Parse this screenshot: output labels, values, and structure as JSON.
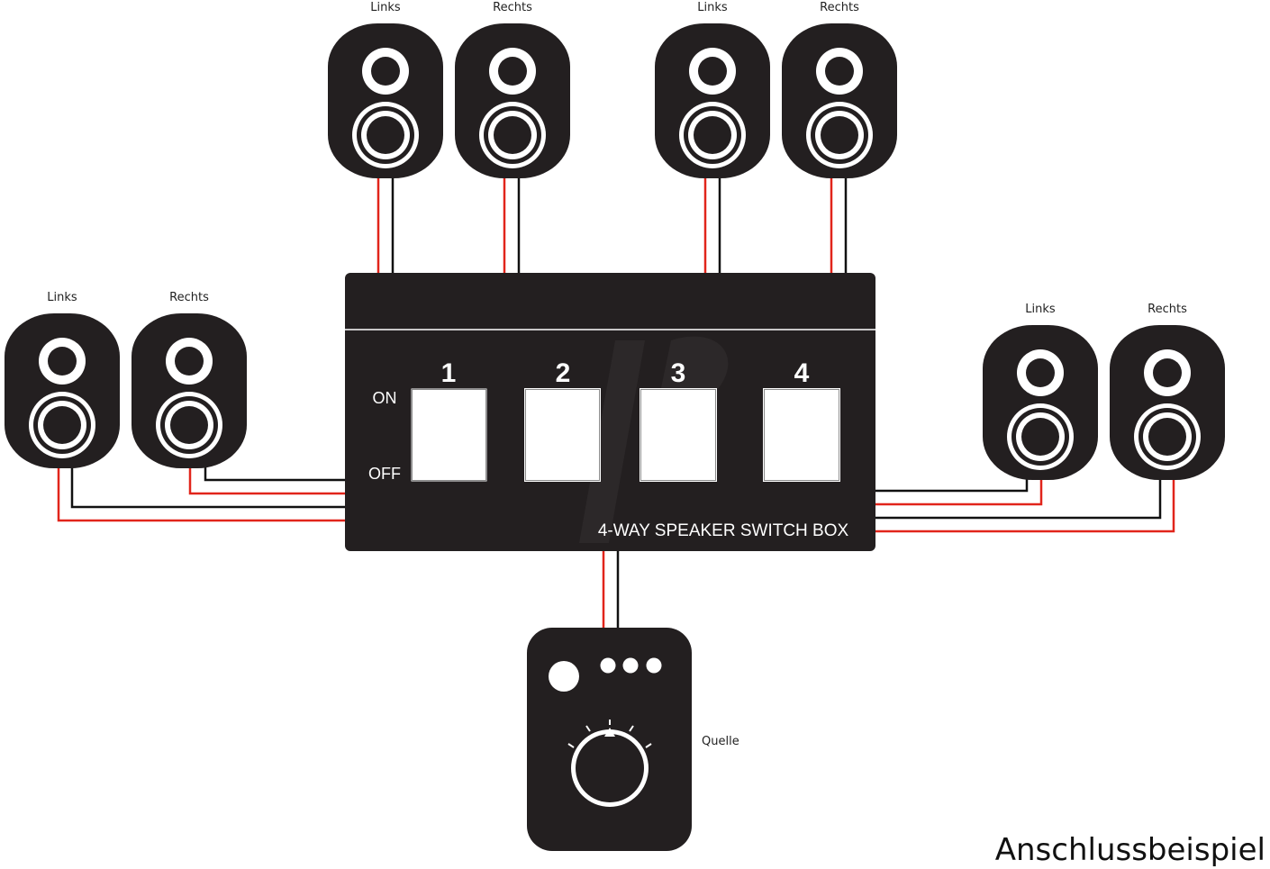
{
  "speakers": {
    "top_a_left": "Links",
    "top_a_right": "Rechts",
    "top_b_left": "Links",
    "top_b_right": "Rechts",
    "left_left": "Links",
    "left_right": "Rechts",
    "right_left": "Links",
    "right_right": "Rechts"
  },
  "switch_box": {
    "title": "4-WAY SPEAKER SWITCH BOX",
    "on_label": "ON",
    "off_label": "OFF",
    "switches": [
      "1",
      "2",
      "3",
      "4"
    ]
  },
  "source": {
    "label": "Quelle"
  },
  "caption": "Anschlussbeispiel",
  "colors": {
    "device": "#231f20",
    "wire_red": "#e1251b",
    "wire_black": "#111111",
    "background": "#ffffff"
  }
}
